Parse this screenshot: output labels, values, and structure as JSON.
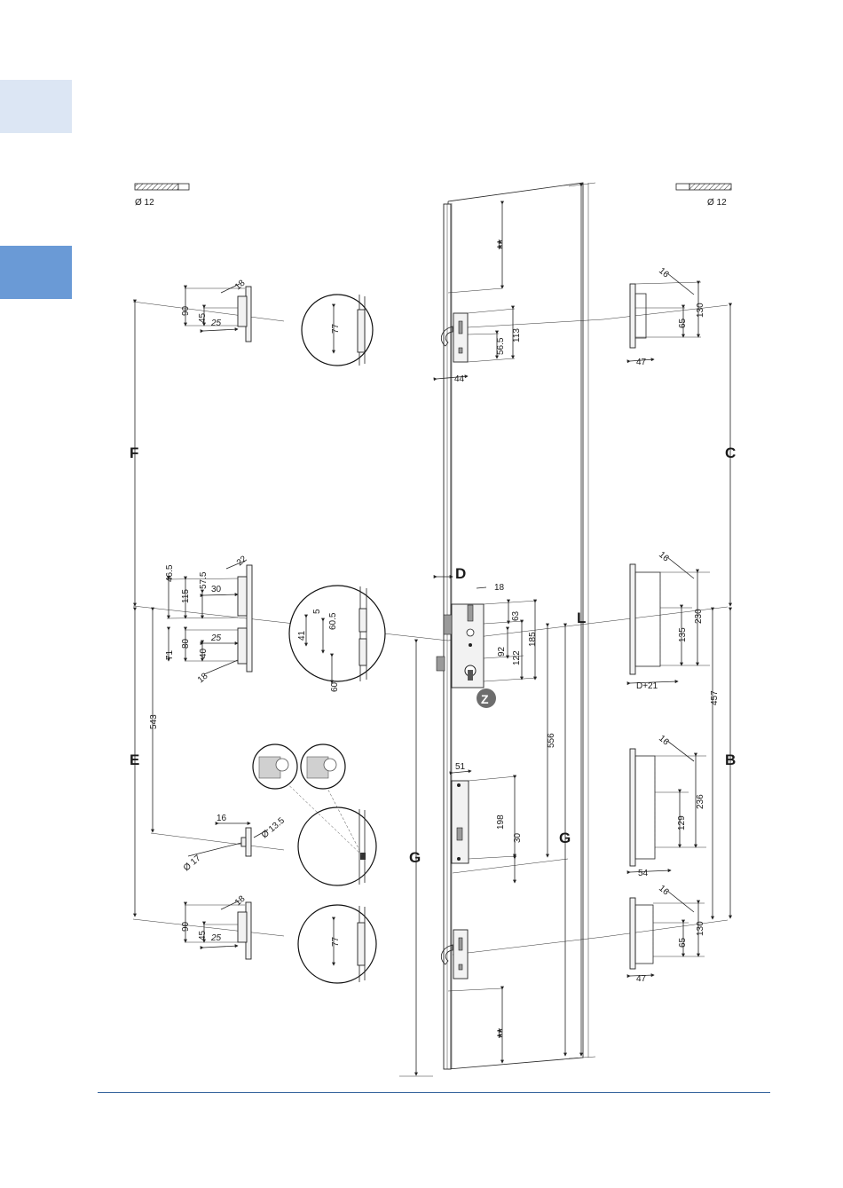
{
  "legend": {
    "left_rod": "Ø 12",
    "right_rod": "Ø 12"
  },
  "letters": {
    "F": "F",
    "E": "E",
    "C": "C",
    "B": "B",
    "D": "D",
    "L": "L",
    "G": "G",
    "Z": "Z"
  },
  "asterisks": "**",
  "dims": {
    "d18a": "18",
    "d90a": "90",
    "d45a": "45",
    "d25a": "25",
    "d77a": "77",
    "d465": "46.5",
    "d575": "57.5",
    "d22": "22",
    "d115": "115",
    "d30a": "30",
    "d80": "80",
    "d25b": "25",
    "d71": "71",
    "d40": "40",
    "d18b": "18",
    "d5": "5",
    "d605": "60.5",
    "d41": "41",
    "d60": "60",
    "d543": "543",
    "d16a": "16",
    "d135b": "Ø 13.5",
    "d17": "Ø 17",
    "d18c": "18",
    "d90b": "90",
    "d45b": "45",
    "d25c": "25",
    "d77b": "77",
    "d565": "56.5",
    "d113": "113",
    "d44": "44",
    "d18d": "18",
    "d63": "63",
    "d92": "92",
    "d122": "122",
    "d185": "185",
    "d556": "556",
    "d51": "51",
    "d198": "198",
    "d30b": "30",
    "r16a": "16",
    "r65a": "65",
    "r130a": "130",
    "r47a": "47",
    "r16b": "16",
    "r135": "135",
    "r230": "230",
    "rD21": "D+21",
    "r457": "457",
    "r16c": "16",
    "r129": "129",
    "r236": "236",
    "r54": "54",
    "r16d": "16",
    "r65b": "65",
    "r130b": "130",
    "r47b": "47"
  },
  "colors": {
    "tab_light": "#dce6f4",
    "tab_dark": "#6a9ad6",
    "footer_rule": "#2f5f9a",
    "badge": "#6d6d6d"
  }
}
